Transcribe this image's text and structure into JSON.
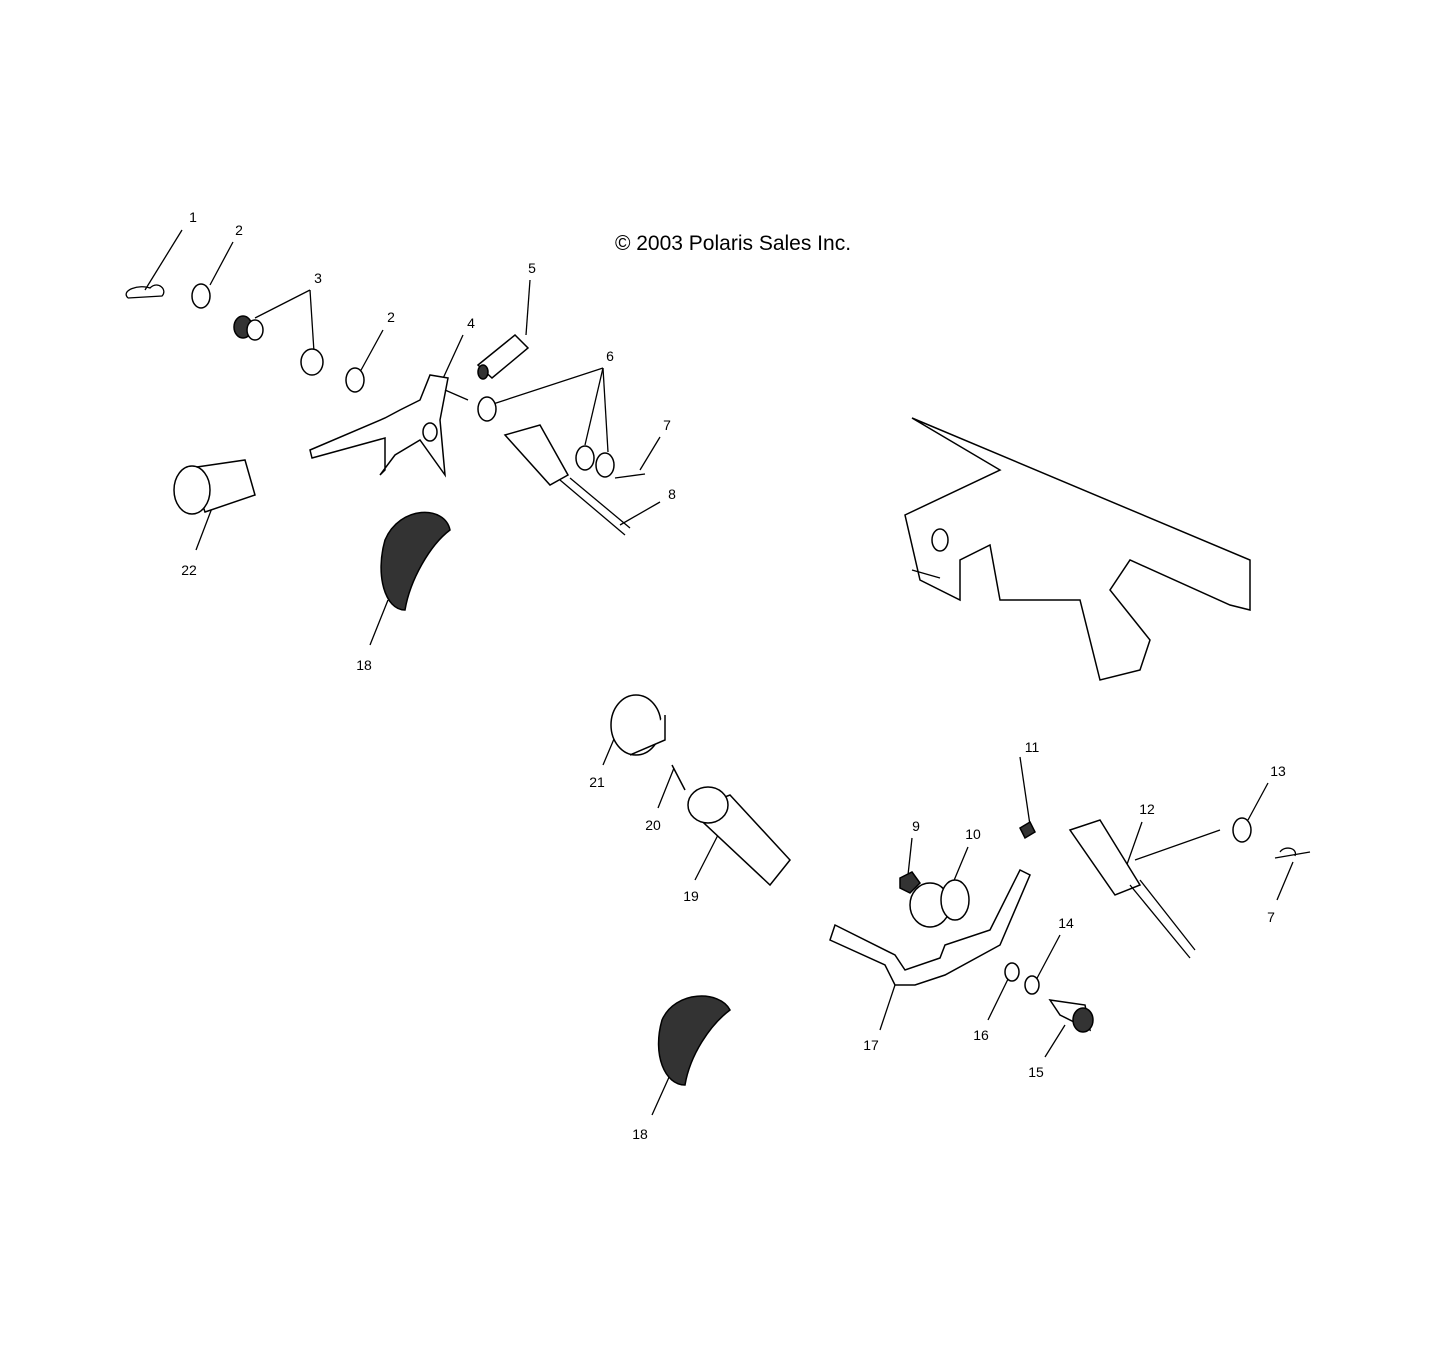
{
  "copyright": "© 2003 Polaris Sales Inc.",
  "callouts": [
    "1",
    "2",
    "3",
    "2",
    "4",
    "5",
    "6",
    "7",
    "8",
    "22",
    "18",
    "21",
    "20",
    "19",
    "11",
    "12",
    "13",
    "7",
    "9",
    "10",
    "14",
    "16",
    "17",
    "15",
    "18"
  ]
}
